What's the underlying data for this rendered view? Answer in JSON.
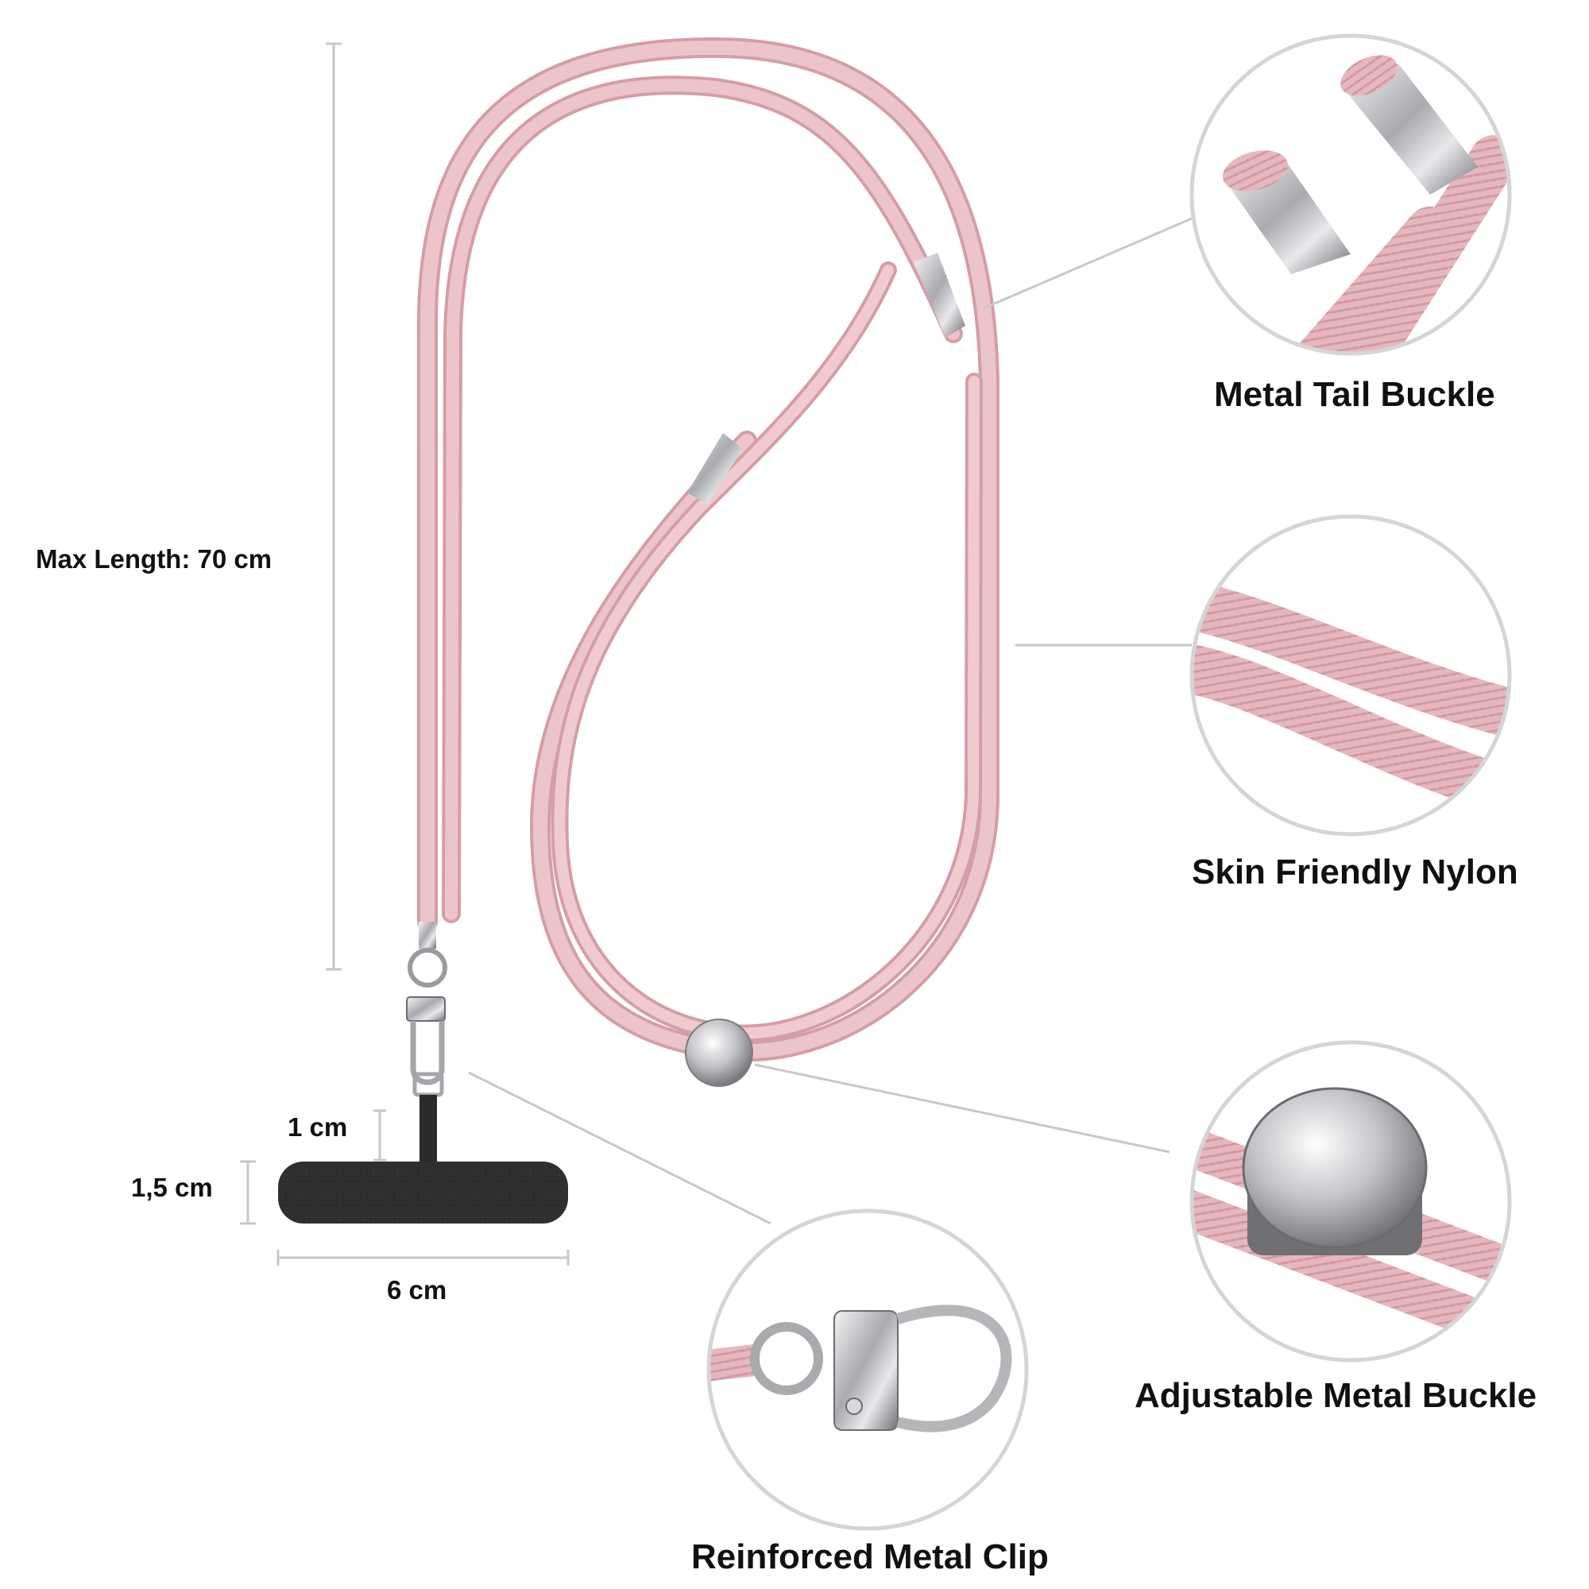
{
  "measurements": {
    "max_length": "Max Length: 70 cm",
    "strap_height": "1 cm",
    "patch_height": "1,5 cm",
    "patch_width": "6 cm"
  },
  "features": {
    "tail_buckle": "Metal Tail Buckle",
    "nylon": "Skin Friendly Nylon",
    "adjustable_buckle": "Adjustable Metal Buckle",
    "clip": "Reinforced Metal Clip"
  },
  "colors": {
    "cord": "#e8bcc1",
    "cord_shadow": "#d49ea5",
    "metal": "#c4c4c8",
    "patch": "#2d2d2f",
    "guide_line": "#c8c8c8",
    "circle_border": "#d5d5d5"
  }
}
